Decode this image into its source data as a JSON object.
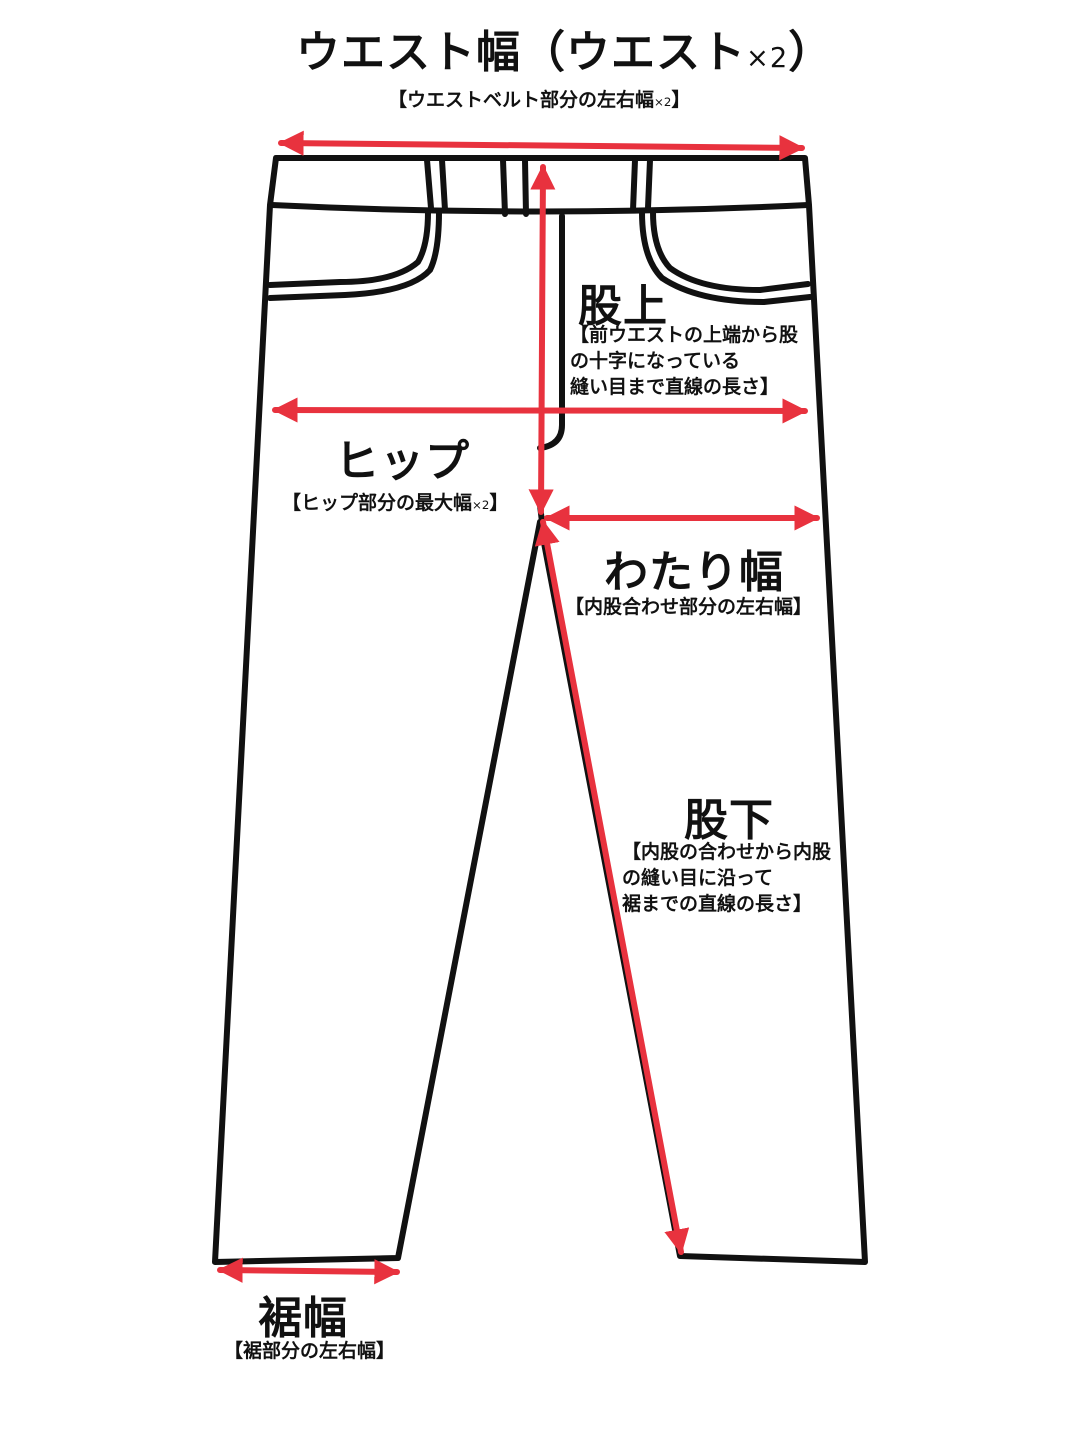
{
  "colors": {
    "outline": "#111111",
    "arrow": "#e8323e",
    "background": "#ffffff"
  },
  "waist": {
    "title": "ウエスト幅（ウエスト",
    "title_suffix": "×2",
    "title_close": "）",
    "note": "【ウエストベルト部分の左右幅",
    "note_suffix": "×2",
    "note_close": "】"
  },
  "rise": {
    "title": "股上",
    "note_lines": [
      "【前ウエストの上端から股",
      "の十字になっている",
      "縫い目まで直線の長さ】"
    ]
  },
  "hip": {
    "title": "ヒップ",
    "note": "【ヒップ部分の最大幅",
    "note_suffix": "×2",
    "note_close": "】"
  },
  "thigh": {
    "title": "わたり幅",
    "note": "【内股合わせ部分の左右幅】"
  },
  "inseam": {
    "title": "股下",
    "note_lines": [
      "【内股の合わせから内股",
      "の縫い目に沿って",
      "裾までの直線の長さ】"
    ]
  },
  "hem": {
    "title": "裾幅",
    "note": "【裾部分の左右幅】"
  }
}
